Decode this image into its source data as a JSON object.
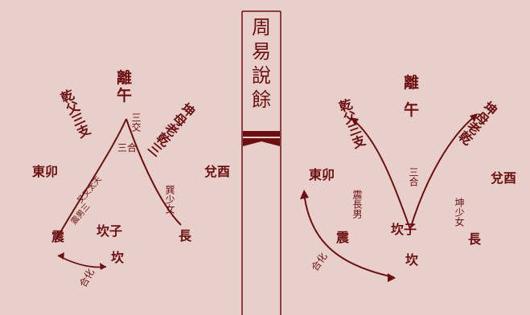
{
  "spine": {
    "title": [
      "周",
      "易",
      "說",
      "餘"
    ]
  },
  "left_diagram": {
    "top_label": [
      "離",
      "午"
    ],
    "center_label": "三合",
    "top_right_small": "三交",
    "left_top_diagonal": "乾父三支",
    "right_top_diagonal": "坤母老乾三",
    "left_middle": "東卯",
    "right_middle": "兌酉",
    "left_arm_text": "又又太天",
    "left_arm_text2": "震男三",
    "bottom_left": "震",
    "bottom_center": "坎子",
    "bottom_center2": "坎",
    "bottom_right": "巽少女",
    "bottom_far_right": "長",
    "bottom_caption": "合化"
  },
  "right_diagram": {
    "top_label": [
      "離",
      "午"
    ],
    "center_label": "三合",
    "left_top_diagonal": "乾父三支",
    "right_top_diagonal": "坤母老乾",
    "left_middle": "東卯",
    "right_middle": "兌酉",
    "left_mid_text": "震長男",
    "right_mid_text": "坤少女",
    "bottom_center": "坎子",
    "bottom_center2": "坎",
    "bottom_left": "震",
    "bottom_right": "長",
    "bottom_caption": "合化"
  }
}
